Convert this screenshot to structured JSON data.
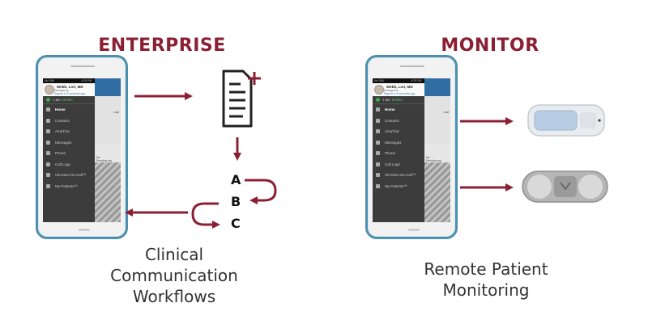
{
  "enterprise": {
    "heading": "ENTERPRISE",
    "caption": [
      "Clinical",
      "Communication",
      "Workflows"
    ],
    "steps": [
      "A",
      "B",
      "C"
    ]
  },
  "monitor": {
    "heading": "MONITOR",
    "caption": [
      "Remote Patient",
      "Monitoring"
    ]
  },
  "phone": {
    "status_left": "No SIM",
    "status_time": "4:25 PM",
    "user_name": "Webb, Lori, MD",
    "user_dept": "Emergency",
    "user_signed": "Signed in 6 seconds ago",
    "status_prefix": "I am",
    "status_value": "Online",
    "menu": [
      "Home",
      "Contacts",
      "AmpTrac",
      "Messages",
      "Phone",
      "Call Logs",
      "Clinician-On-Call™",
      "My Patients™"
    ],
    "overlay_top": "Last",
    "overlay_no": "No",
    "overlay_pending": "Pending req"
  },
  "colors": {
    "accent": "#8b2035",
    "phone_frame": "#4c8fae"
  },
  "icons": [
    "document-add-icon",
    "arrow-icon",
    "wearable-sensor-icon",
    "patch-sensor-icon"
  ]
}
